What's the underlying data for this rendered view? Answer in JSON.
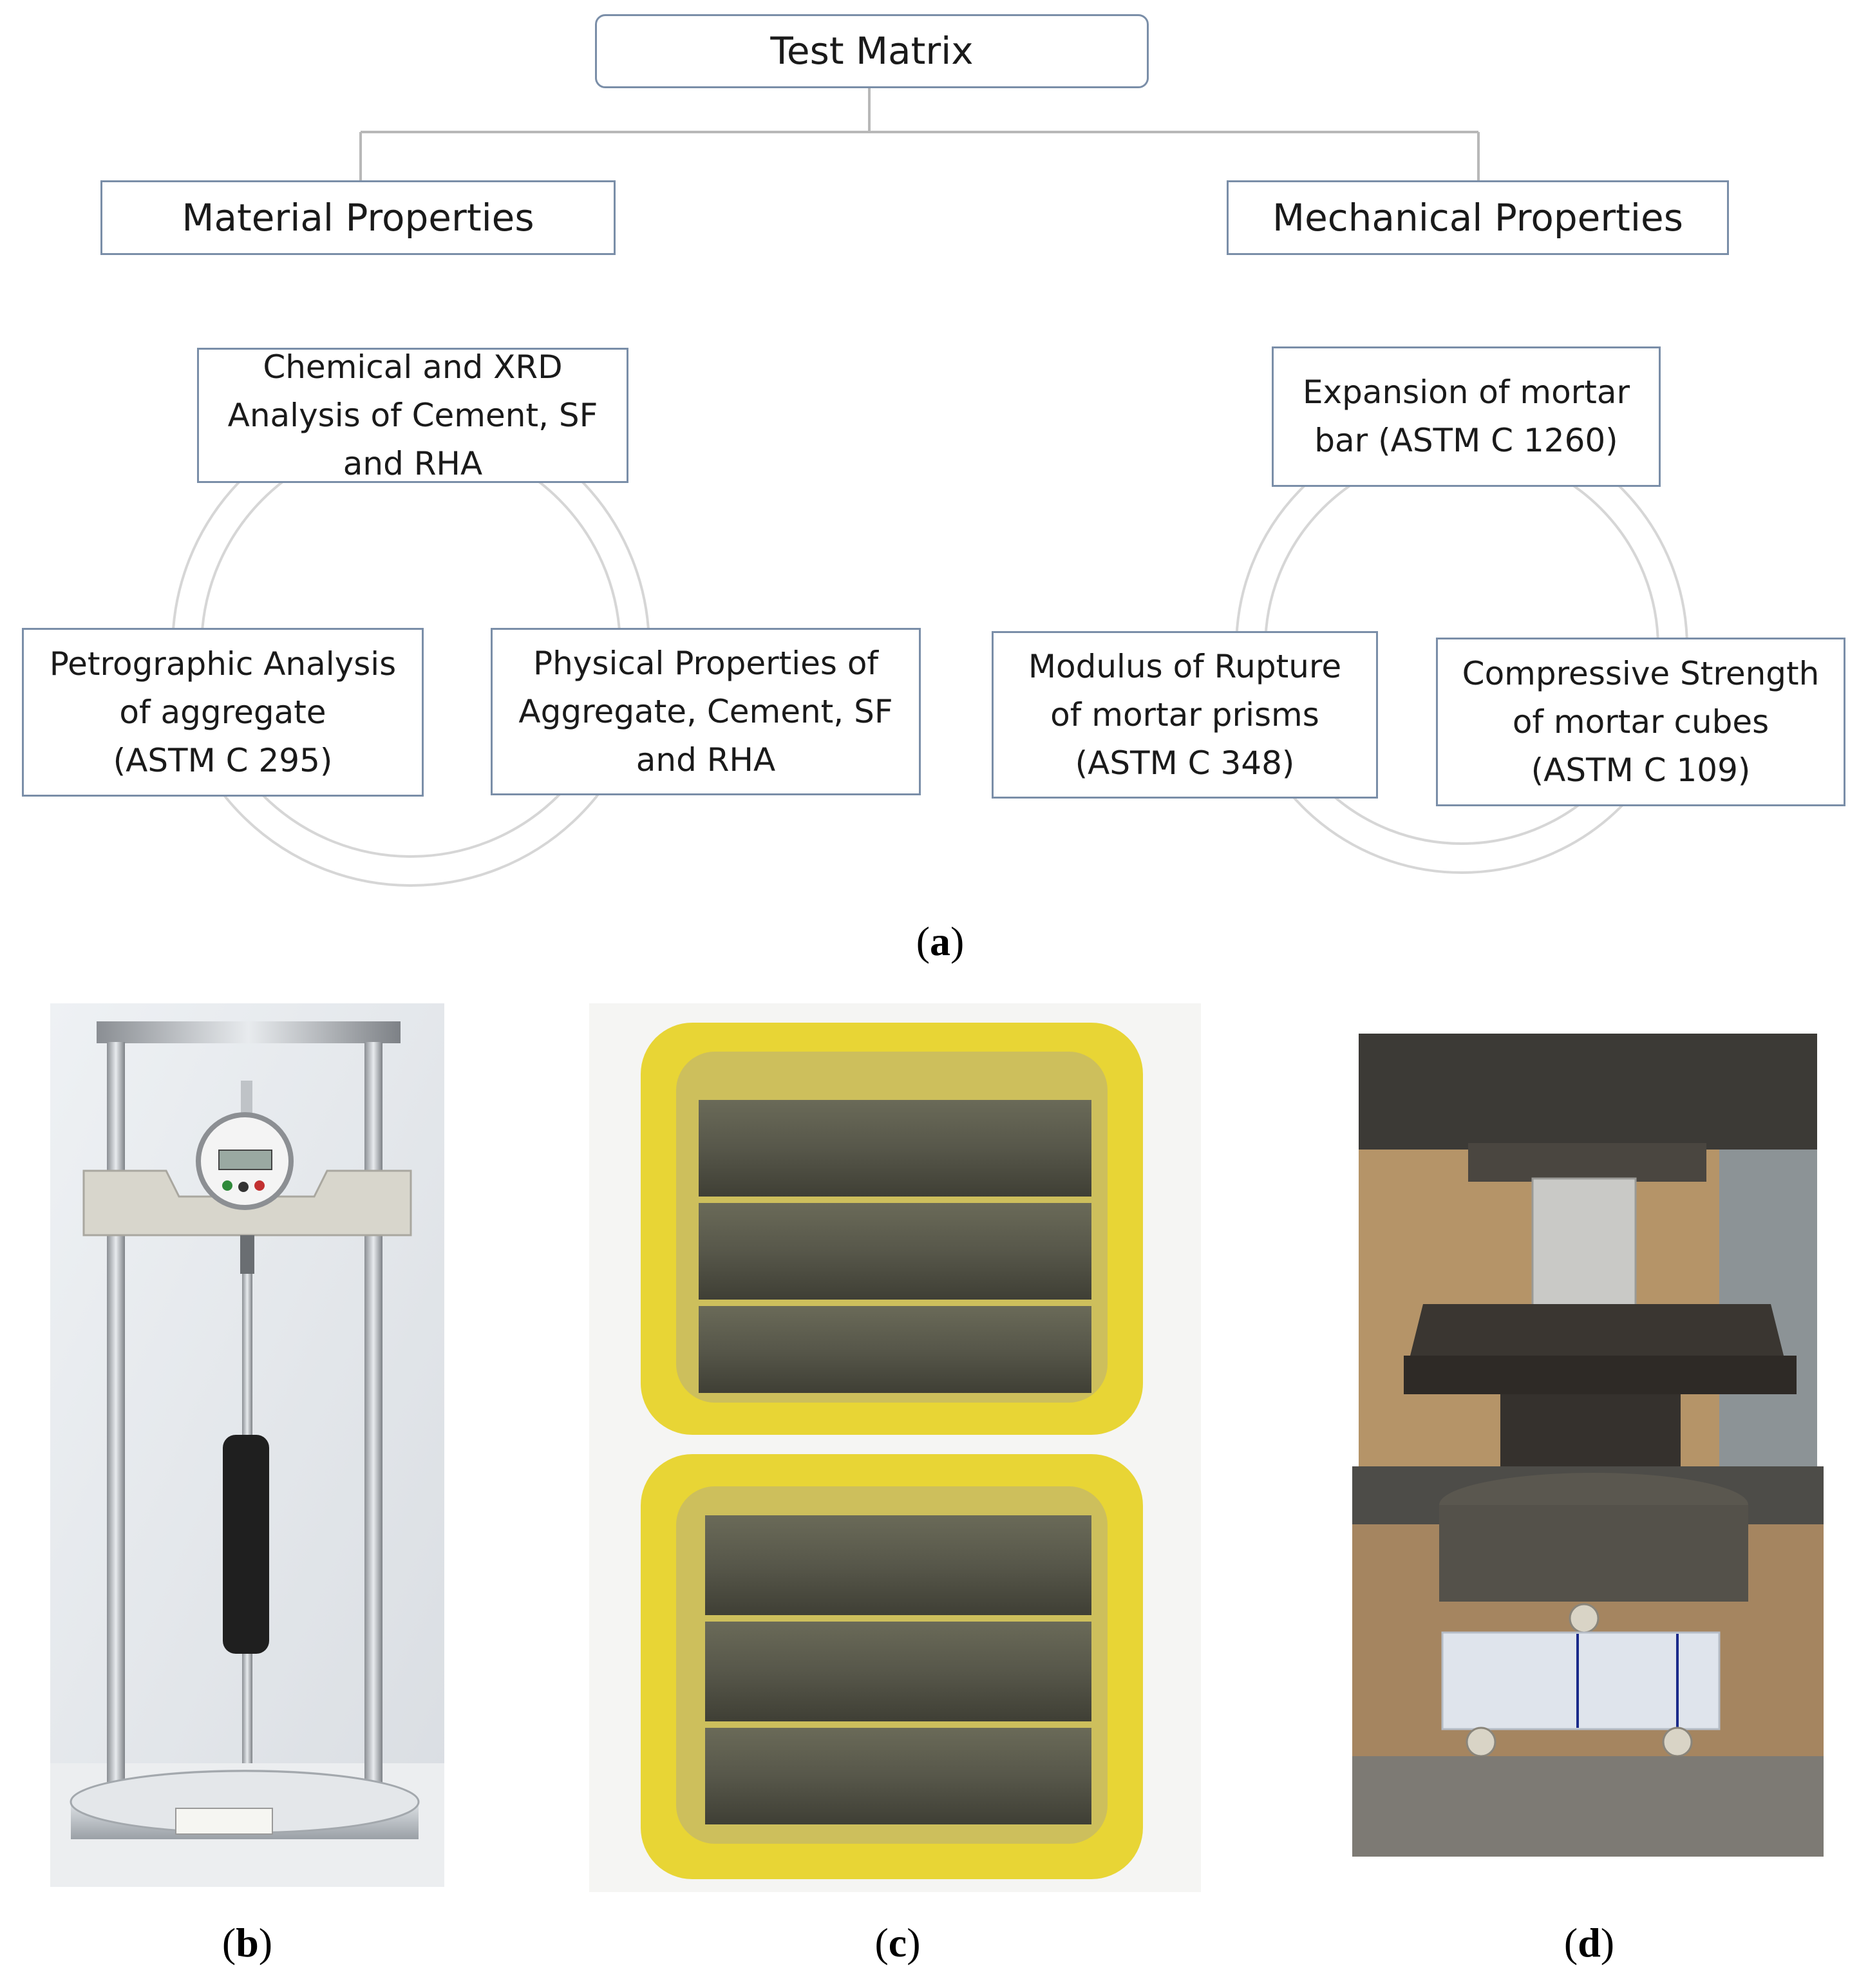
{
  "diagram": {
    "root": "Test Matrix",
    "material": {
      "title": "Material Properties",
      "items": [
        "Chemical and XRD\nAnalysis of Cement, SF\nand RHA",
        "Petrographic Analysis\nof aggregate\n(ASTM C 295)",
        "Physical Properties of\nAggregate, Cement, SF\nand RHA"
      ]
    },
    "mechanical": {
      "title": "Mechanical Properties",
      "items": [
        "Expansion of mortar\nbar (ASTM C 1260)",
        "Modulus of Rupture\nof mortar prisms\n(ASTM C 348)",
        "Compressive Strength\nof mortar cubes\n(ASTM C 109)"
      ]
    }
  },
  "captions": {
    "a": "a",
    "b": "b",
    "c": "c",
    "d": "d"
  },
  "colors": {
    "box_border": "#7a8ea8",
    "connector": "#b8b8b8",
    "circle": "#d6d6d6",
    "container_yellow": "#e8d535",
    "specimen": "#5e5e4e"
  }
}
